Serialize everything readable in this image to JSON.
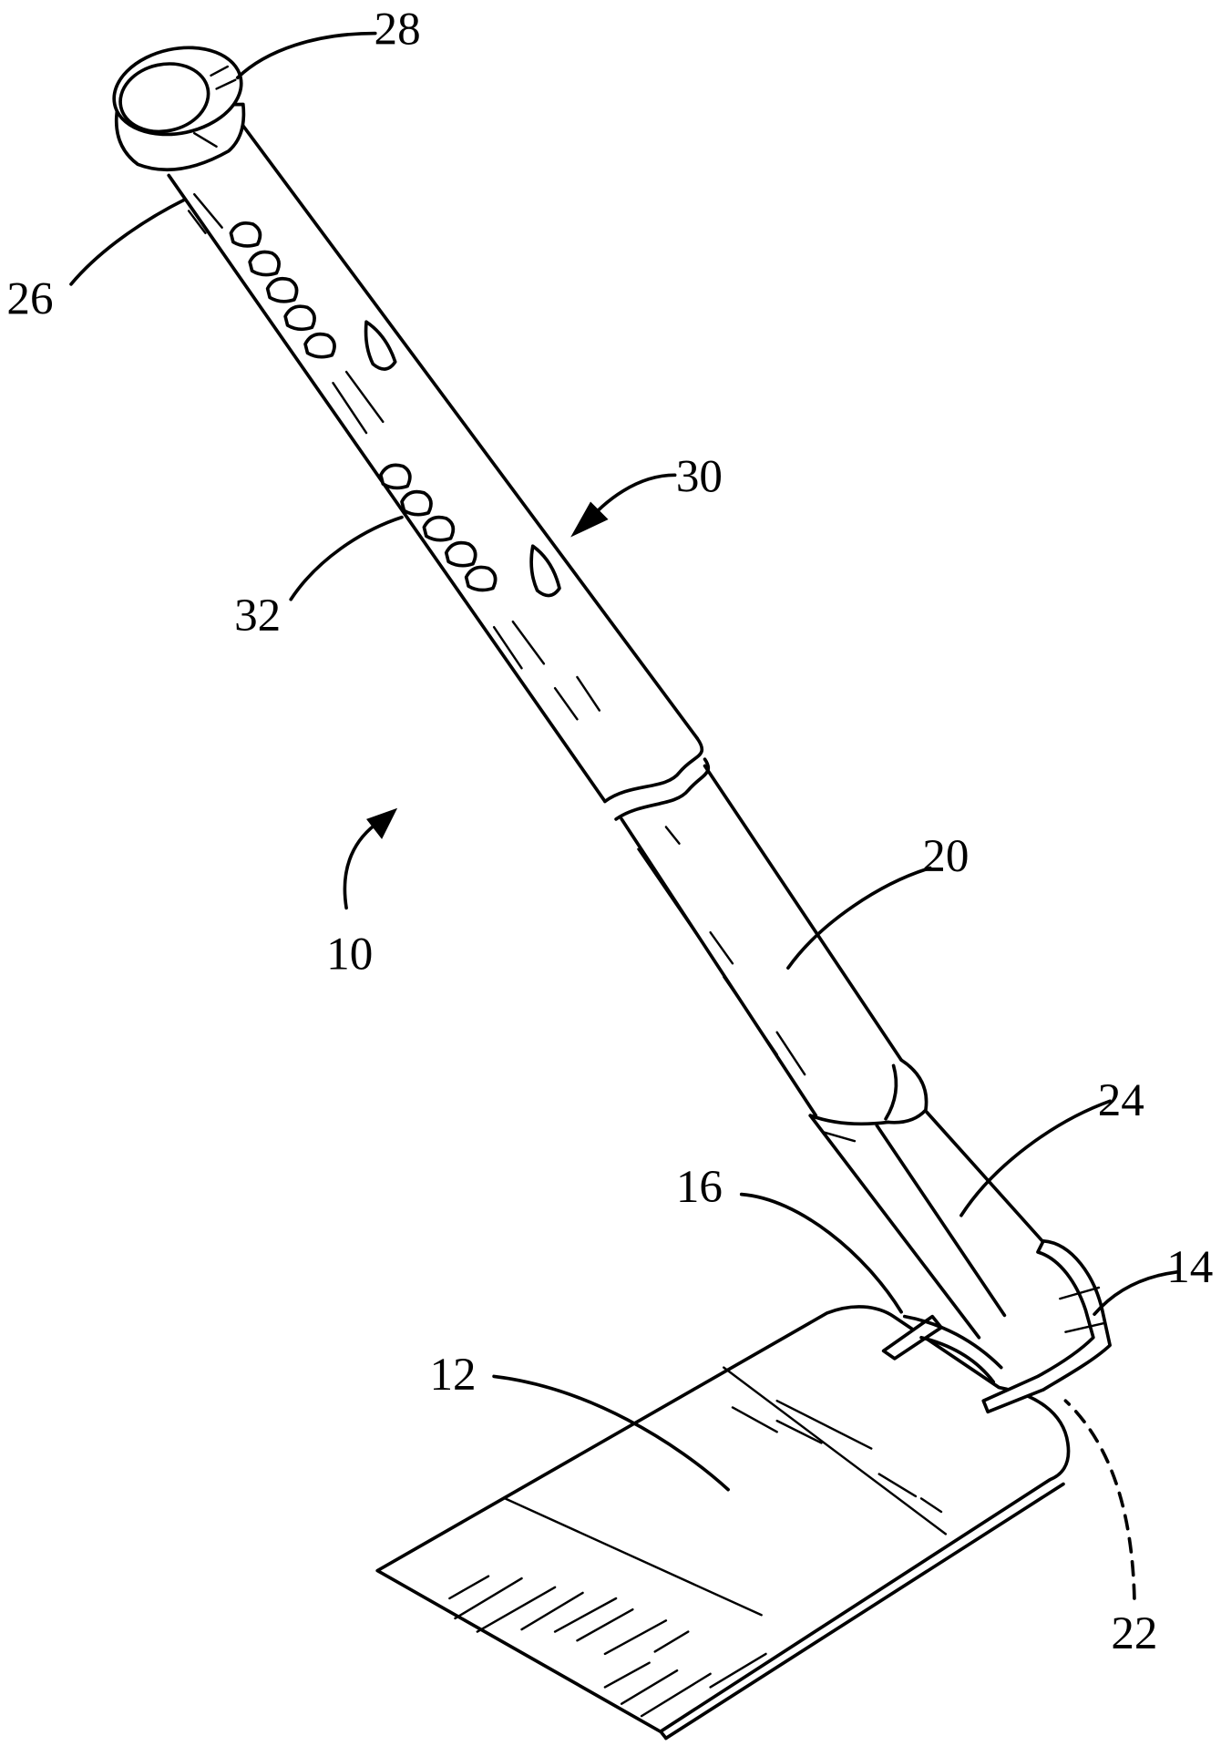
{
  "figure": {
    "reference_numerals": {
      "r10": "10",
      "r12": "12",
      "r14": "14",
      "r16": "16",
      "r20": "20",
      "r22": "22",
      "r24": "24",
      "r26": "26",
      "r28": "28",
      "r30": "30",
      "r32": "32"
    }
  }
}
